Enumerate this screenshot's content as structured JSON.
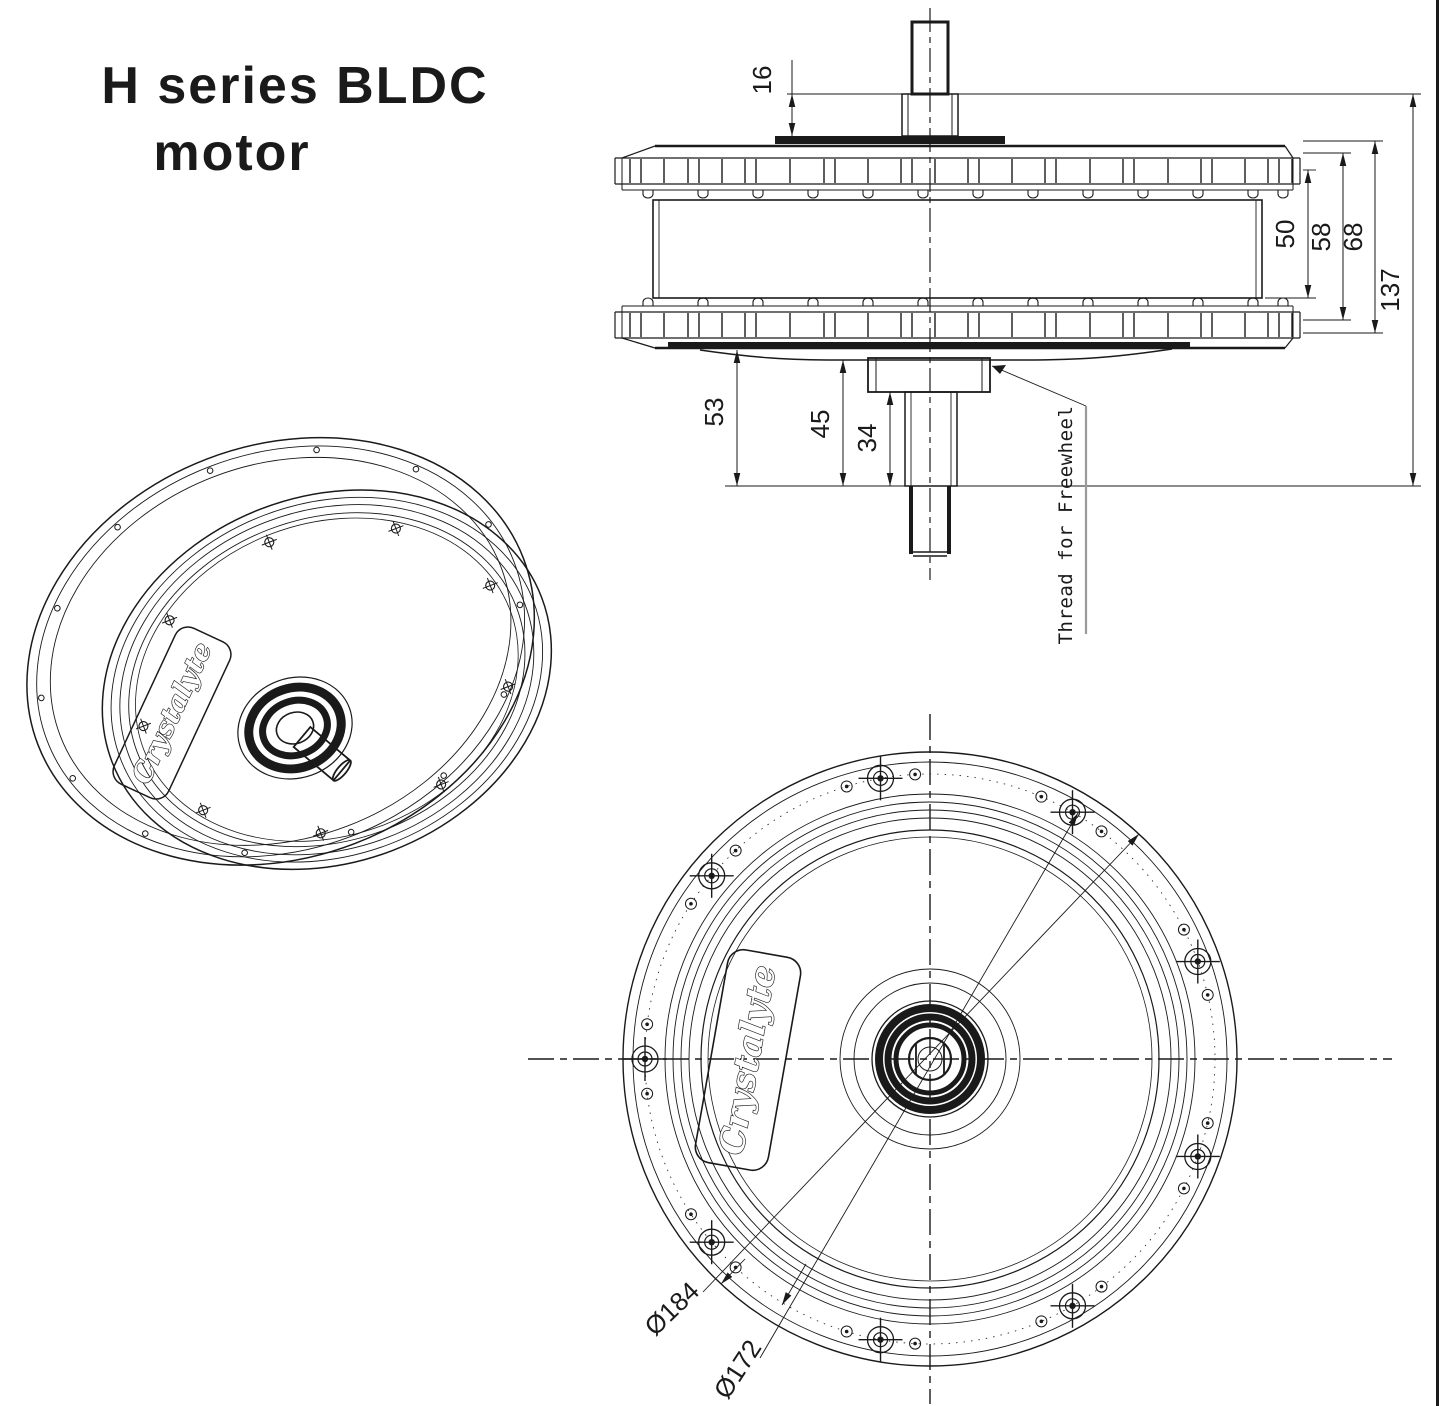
{
  "title": {
    "line1": "H series BLDC",
    "line2": "motor"
  },
  "side_view": {
    "dims": {
      "d16": "16",
      "d50": "50",
      "d58": "58",
      "d68": "68",
      "d137": "137",
      "d53": "53",
      "d45": "45",
      "d34": "34"
    },
    "callout": "Thread for Freewheel"
  },
  "front_view": {
    "dia_outer": "Ø184",
    "dia_bolt_circle": "Ø172",
    "logo": "Crystalyte"
  },
  "iso_view": {
    "logo": "Crystalyte"
  },
  "colors": {
    "ink": "#1a1a1a",
    "leader_gray": "#9a9a9a",
    "paper": "#ffffff"
  }
}
